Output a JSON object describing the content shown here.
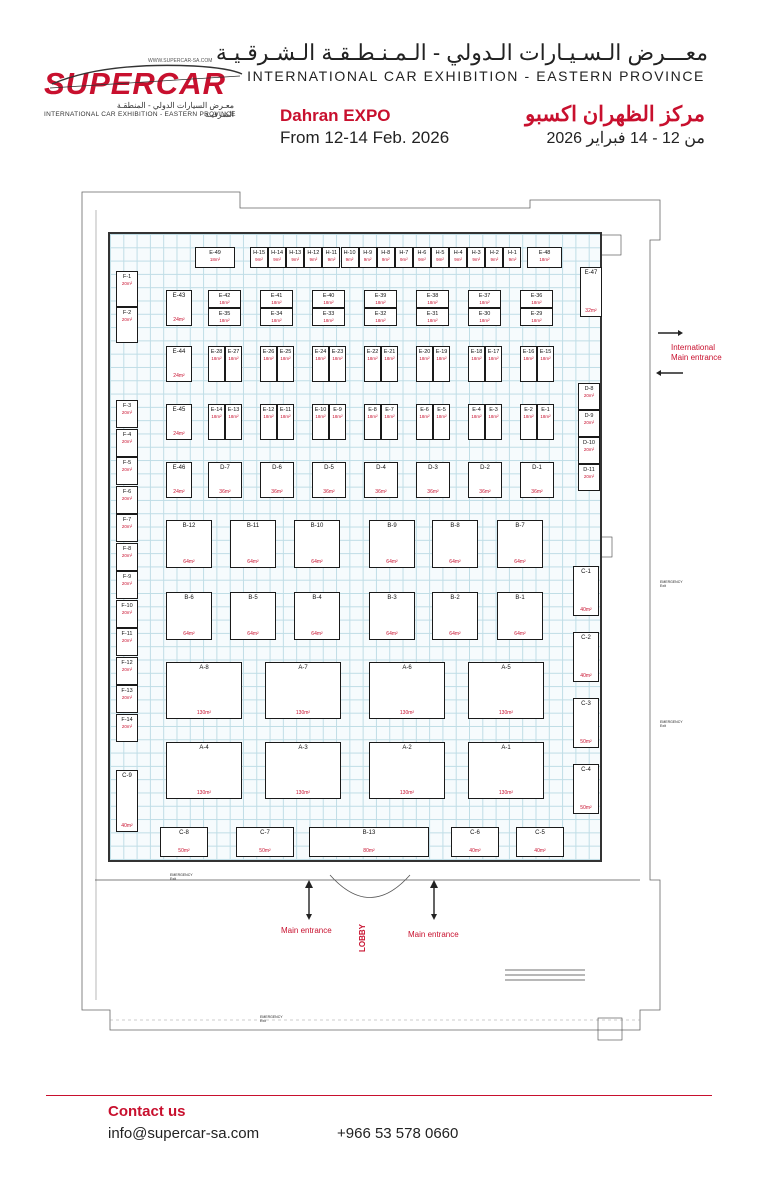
{
  "header": {
    "logo_word": "SUPERCAR",
    "logo_url": "WWW.SUPERCAR-SA.COM",
    "logo_ar": "معـرض السيارات الدولي - المنطقـة الشرقيـة",
    "logo_en": "INTERNATIONAL CAR EXHIBITION - EASTERN PROVINCE",
    "title_ar": "معـــرض الـسـيـارات الـدولي - الـمـنـطـقـة الـشـرقـيـة",
    "title_en": "INTERNATIONAL CAR EXHIBITION - EASTERN PROVINCE",
    "venue_en": "Dahran EXPO",
    "dates_en": "From 12-14 Feb. 2026",
    "venue_ar": "مركز الظهران اكسبو",
    "dates_ar": "من 12 - 14 فبراير 2026"
  },
  "map": {
    "colors": {
      "accent": "#c8102e",
      "grid": "#bfdde6",
      "walls": "#333333"
    },
    "labels": {
      "international_entrance": "International\nMain entrance",
      "main_entrance_left": "Main entrance",
      "main_entrance_right": "Main entrance",
      "lobby": "LOBBY",
      "emergency_exit": "EMERGENCY\nExit"
    },
    "h_booths": [
      {
        "code": "H-15",
        "area": "9m²"
      },
      {
        "code": "H-14",
        "area": "9m²"
      },
      {
        "code": "H-13",
        "area": "9m²"
      },
      {
        "code": "H-12",
        "area": "9m²"
      },
      {
        "code": "H-11",
        "area": "9m²"
      },
      {
        "code": "H-10",
        "area": "9m²"
      },
      {
        "code": "H-9",
        "area": "9m²"
      },
      {
        "code": "H-8",
        "area": "9m²"
      },
      {
        "code": "H-7",
        "area": "9m²"
      },
      {
        "code": "H-6",
        "area": "9m²"
      },
      {
        "code": "H-5",
        "area": "9m²"
      },
      {
        "code": "H-4",
        "area": "9m²"
      },
      {
        "code": "H-3",
        "area": "9m²"
      },
      {
        "code": "H-2",
        "area": "9m²"
      },
      {
        "code": "H-1",
        "area": "9m²"
      }
    ],
    "e_top": [
      {
        "code": "E-49",
        "area": "18m²"
      },
      {
        "code": "E-48",
        "area": "18m²"
      }
    ],
    "e_left": [
      {
        "code": "E-43",
        "area": "24m²"
      },
      {
        "code": "E-44",
        "area": "24m²"
      },
      {
        "code": "E-45",
        "area": "24m²"
      },
      {
        "code": "E-46",
        "area": "24m²"
      }
    ],
    "e_row1": [
      {
        "top": "E-42",
        "bottom": "E-35"
      },
      {
        "top": "E-41",
        "bottom": "E-34"
      },
      {
        "top": "E-40",
        "bottom": "E-33"
      },
      {
        "top": "E-39",
        "bottom": "E-32"
      },
      {
        "top": "E-38",
        "bottom": "E-31"
      },
      {
        "top": "E-37",
        "bottom": "E-30"
      },
      {
        "top": "E-36",
        "bottom": "E-29"
      }
    ],
    "e_row2": [
      "E-28",
      "E-27",
      "E-26",
      "E-25",
      "E-24",
      "E-23",
      "E-22",
      "E-21",
      "E-20",
      "E-19",
      "E-18",
      "E-17",
      "E-16",
      "E-15"
    ],
    "e_row3": [
      "E-14",
      "E-13",
      "E-12",
      "E-11",
      "E-10",
      "E-9",
      "E-8",
      "E-7",
      "E-6",
      "E-5",
      "E-4",
      "E-3",
      "E-2",
      "E-1"
    ],
    "e_area": "18m²",
    "d_row": [
      "D-7",
      "D-6",
      "D-5",
      "D-4",
      "D-3",
      "D-2",
      "D-1"
    ],
    "d_area": "36m²",
    "d_right": [
      {
        "code": "D-8",
        "area": "20m²"
      },
      {
        "code": "D-9",
        "area": "20m²"
      },
      {
        "code": "D-10",
        "area": "20m²"
      },
      {
        "code": "D-11",
        "area": "20m²"
      }
    ],
    "e47": {
      "code": "E-47",
      "area": "32m²"
    },
    "f_booths": [
      {
        "code": "F-1",
        "area": "20m²"
      },
      {
        "code": "F-2",
        "area": "20m²"
      },
      {
        "code": "F-3",
        "area": "20m²"
      },
      {
        "code": "F-4",
        "area": "20m²"
      },
      {
        "code": "F-5",
        "area": "20m²"
      },
      {
        "code": "F-6",
        "area": "20m²"
      },
      {
        "code": "F-7",
        "area": "20m²"
      },
      {
        "code": "F-8",
        "area": "20m²"
      },
      {
        "code": "F-9",
        "area": "20m²"
      },
      {
        "code": "F-10",
        "area": "20m²"
      },
      {
        "code": "F-11",
        "area": "20m²"
      },
      {
        "code": "F-12",
        "area": "20m²"
      },
      {
        "code": "F-13",
        "area": "20m²"
      },
      {
        "code": "F-14",
        "area": "20m²"
      }
    ],
    "b_row1": [
      "B-12",
      "B-11",
      "B-10",
      "B-9",
      "B-8",
      "B-7"
    ],
    "b_row2": [
      "B-6",
      "B-5",
      "B-4",
      "B-3",
      "B-2",
      "B-1"
    ],
    "b_area": "64m²",
    "a_row1": [
      "A-8",
      "A-7",
      "A-6",
      "A-5"
    ],
    "a_row2": [
      "A-4",
      "A-3",
      "A-2",
      "A-1"
    ],
    "a_area": "130m²",
    "c_right": [
      {
        "code": "C-1",
        "area": "40m²"
      },
      {
        "code": "C-2",
        "area": "40m²"
      },
      {
        "code": "C-3",
        "area": "50m²"
      },
      {
        "code": "C-4",
        "area": "50m²"
      }
    ],
    "c9": {
      "code": "C-9",
      "area": "40m²"
    },
    "bottom_row": [
      {
        "code": "C-8",
        "area": "50m²"
      },
      {
        "code": "C-7",
        "area": "50m²"
      },
      {
        "code": "B-13",
        "area": "80m²"
      },
      {
        "code": "C-6",
        "area": "40m²"
      },
      {
        "code": "C-5",
        "area": "40m²"
      }
    ]
  },
  "footer": {
    "contact_title": "Contact us",
    "email": "info@supercar-sa.com",
    "phone": "+966 53 578 0660"
  }
}
